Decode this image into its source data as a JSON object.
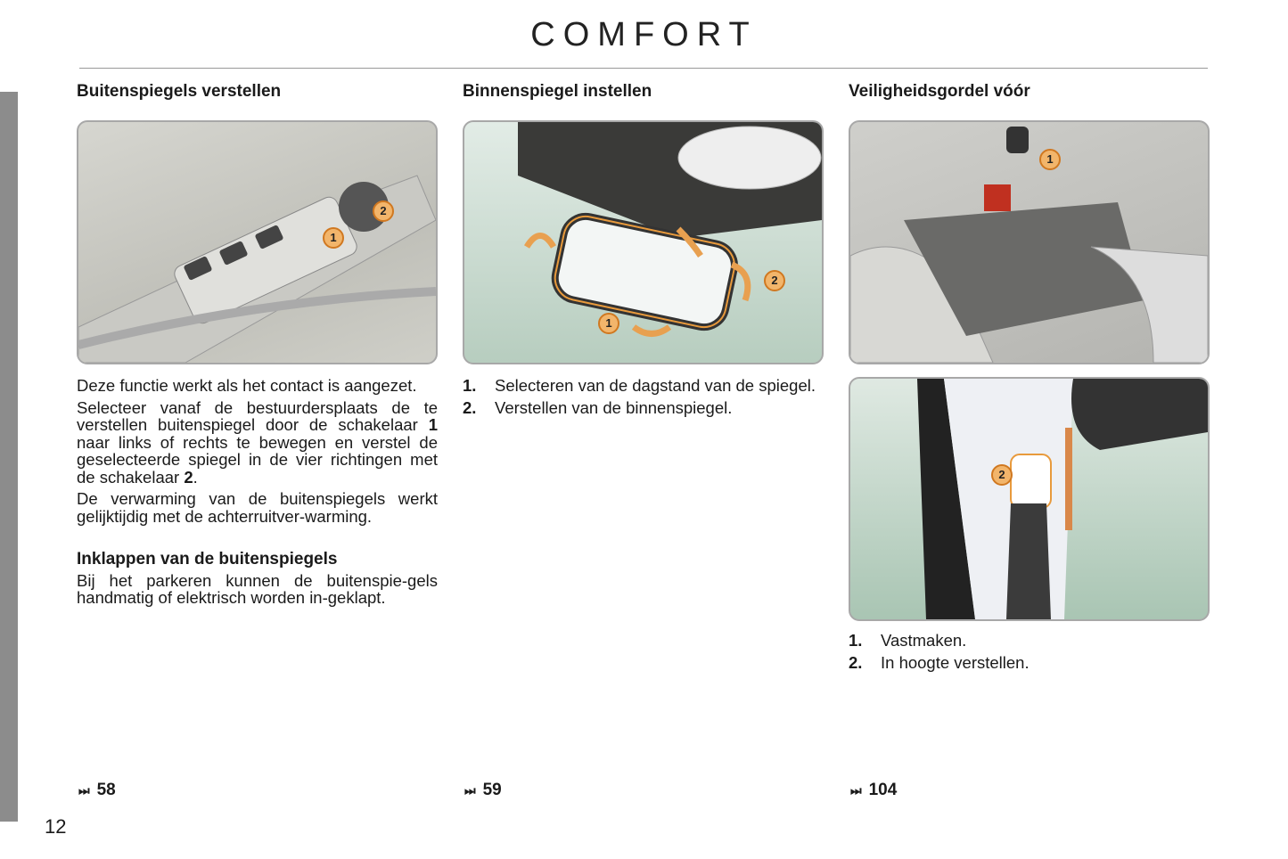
{
  "header": {
    "title": "COMFORT"
  },
  "page_number": "12",
  "columns": [
    {
      "heading": "Buitenspiegels verstellen",
      "callouts": [
        "1",
        "2"
      ],
      "paragraphs": [
        "Deze functie werkt als het contact is aangezet.",
        "de te verstellen buitenspiegel door de schakelaar",
        "naar links of rechts te bewegen en verstel de geselecteerde spiegel in de vier richtingen met de schakelaar",
        "De verwarming van de buitenspiegels werkt gelijktijdig met de achterruitver-warming."
      ],
      "p2_start": "Selecteer vanaf de bestuurdersplaats",
      "bold1": "1",
      "bold2": "2",
      "dot": ".",
      "subheading": "Inklappen van de buitenspiegels",
      "sub_text": "Bij het parkeren kunnen de buitenspie-gels handmatig of elektrisch worden in-geklapt.",
      "ref": "58"
    },
    {
      "heading": "Binnenspiegel instellen",
      "callouts": [
        "1",
        "2"
      ],
      "items": [
        {
          "num": "1.",
          "text": "Selecteren van de dagstand van de spiegel."
        },
        {
          "num": "2.",
          "text": "Verstellen van de binnenspiegel."
        }
      ],
      "ref": "59"
    },
    {
      "heading": "Veiligheidsgordel vóór",
      "callouts": [
        "1",
        "2"
      ],
      "items": [
        {
          "num": "1.",
          "text": "Vastmaken."
        },
        {
          "num": "2.",
          "text": "In hoogte verstellen."
        }
      ],
      "ref": "104"
    }
  ],
  "ref_icon": "next-track-icon",
  "colors": {
    "accent": "#f2b56b",
    "sidebar": "#8c8c8c"
  }
}
